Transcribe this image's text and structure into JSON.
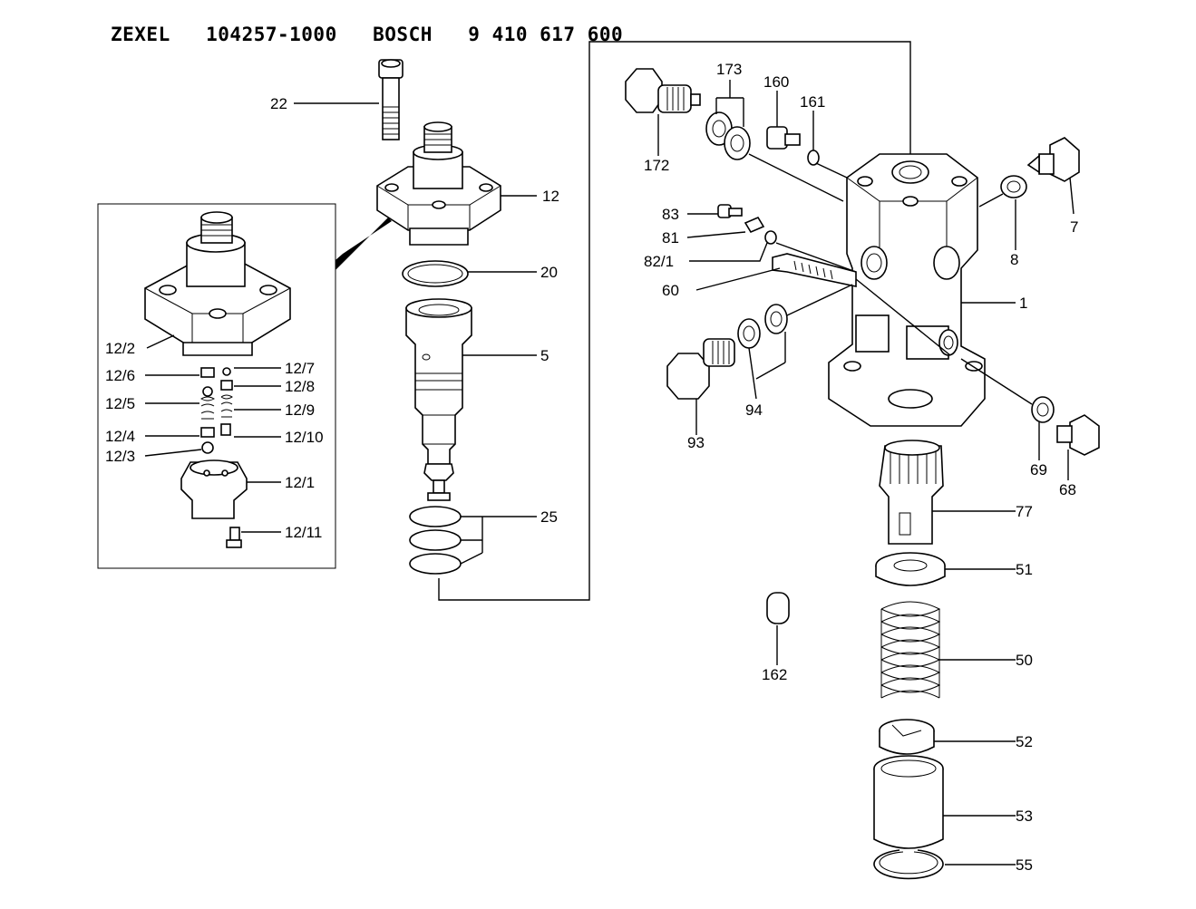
{
  "title": "ZEXEL   104257-1000   BOSCH   9 410 617 600",
  "labels": {
    "l22": "22",
    "l12": "12",
    "l20": "20",
    "l5": "5",
    "l25": "25",
    "l12_2": "12/2",
    "l12_6": "12/6",
    "l12_7": "12/7",
    "l12_8": "12/8",
    "l12_5": "12/5",
    "l12_9": "12/9",
    "l12_4": "12/4",
    "l12_10": "12/10",
    "l12_3": "12/3",
    "l12_1": "12/1",
    "l12_11": "12/11",
    "l173": "173",
    "l160": "160",
    "l161": "161",
    "l172": "172",
    "l7": "7",
    "l8": "8",
    "l1": "1",
    "l83": "83",
    "l81": "81",
    "l82_1": "82/1",
    "l60": "60",
    "l93": "93",
    "l94": "94",
    "l69": "69",
    "l68": "68",
    "l77": "77",
    "l51": "51",
    "l50": "50",
    "l52": "52",
    "l53": "53",
    "l55": "55",
    "l162": "162"
  }
}
